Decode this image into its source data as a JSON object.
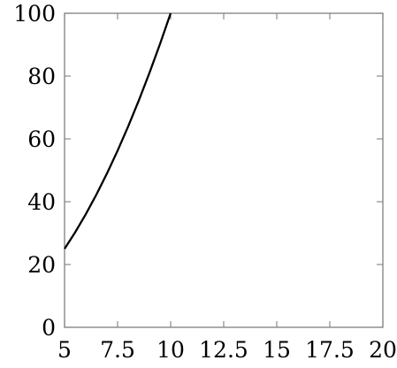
{
  "chart_data": {
    "type": "line",
    "title": "",
    "xlabel": "",
    "ylabel": "",
    "xlim": [
      5,
      20
    ],
    "ylim": [
      0,
      100
    ],
    "x_ticks": [
      "5",
      "7.5",
      "10",
      "12.5",
      "15",
      "17.5",
      "20"
    ],
    "y_ticks": [
      "0",
      "20",
      "40",
      "60",
      "80",
      "100"
    ],
    "grid": false,
    "legend": "none",
    "series": [
      {
        "color": "#000000",
        "x": [
          5,
          5.5,
          6,
          6.5,
          7,
          7.5,
          8,
          8.5,
          9,
          9.5,
          10
        ],
        "y": [
          25,
          30.25,
          36,
          42.25,
          49,
          56.25,
          64,
          72.25,
          81,
          90.25,
          100
        ]
      }
    ]
  }
}
